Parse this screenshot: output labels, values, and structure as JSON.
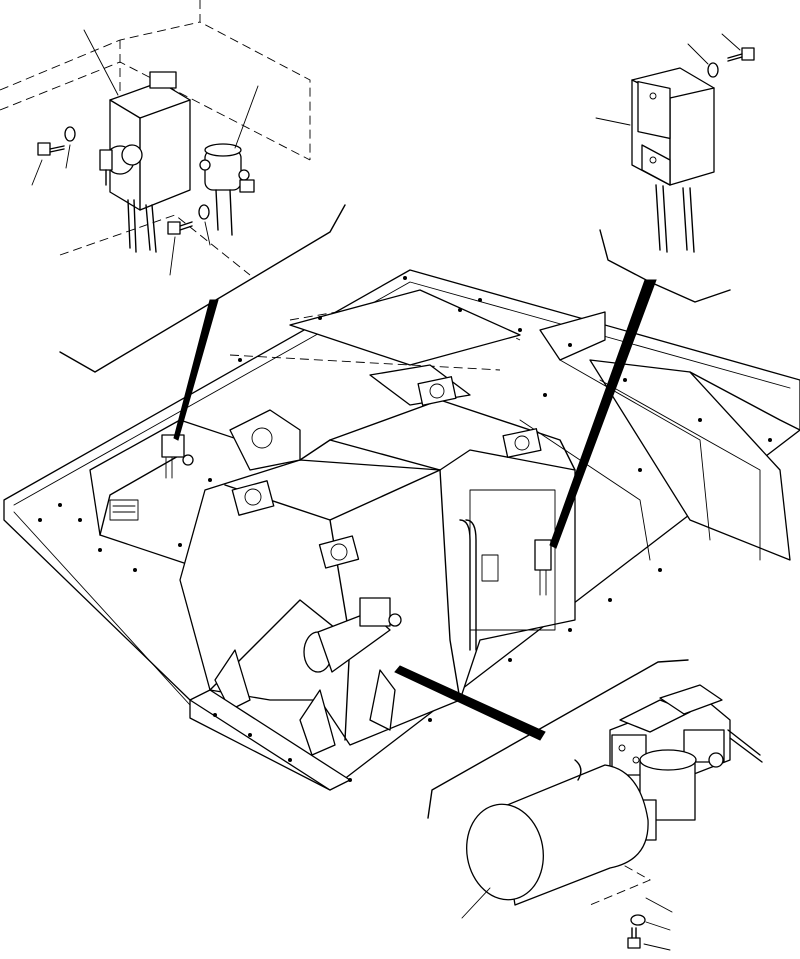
{
  "figure": {
    "kind": "exploded-parts-illustration",
    "components": [
      {
        "name": "switch-box-with-key",
        "location": "upper-left-callout"
      },
      {
        "name": "relay",
        "location": "upper-left-callout"
      },
      {
        "name": "control-module",
        "location": "upper-right-callout"
      },
      {
        "name": "hydraulic-pump-motor-unit",
        "location": "lower-right-callout"
      },
      {
        "name": "machine-frame",
        "location": "center"
      }
    ],
    "colors": {
      "line": "#000000",
      "background": "#ffffff"
    }
  }
}
